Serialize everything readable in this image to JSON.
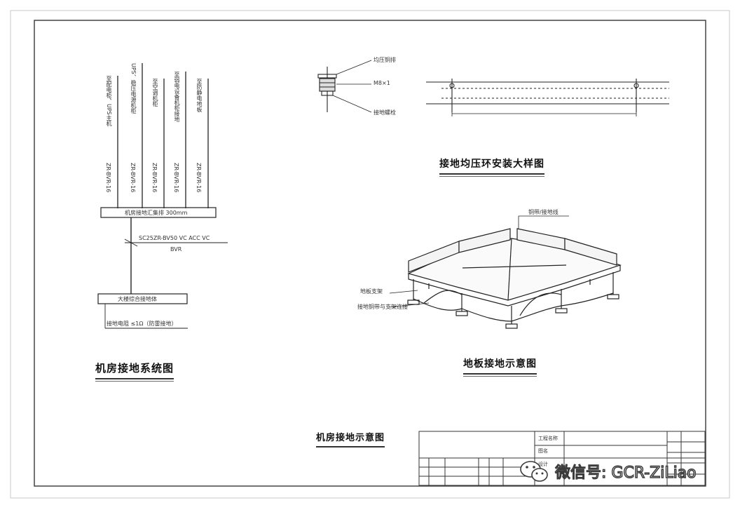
{
  "titles": {
    "grounding_system": "机房接地系统图",
    "ring_install": "接地均压环安装大样图",
    "floor_grounding": "地板接地示意图",
    "room_grounding": "机房接地示意图"
  },
  "system_diagram": {
    "top_labels": [
      "至配电柜、UPS主机",
      "UPS、稳压电源机柜",
      "至空调机柜",
      "至弱电设备机柜接地",
      "至防静电地板"
    ],
    "wire_labels": [
      "ZR-BVR-16",
      "ZR-BVR-16",
      "ZR-BVR-16",
      "ZR-BVR-16",
      "ZR-BVR-16"
    ],
    "bus_bar_label": "机房接地汇集排 300mm",
    "cable_label": "SC25ZR-BV50 VC ACC VC",
    "cable_sub": "BVR",
    "earth_box_label": "大楼综合接地体",
    "earth_note": "接地电阻 ≤1Ω（防雷接地）"
  },
  "ring_detail": {
    "bolt_labels": [
      "均压铜排",
      "M8×1",
      "接地螺栓"
    ]
  },
  "floor_diagram": {
    "callout_top": "铜带/接地线",
    "callout_left_1": "地板支架",
    "callout_left_2": "接地铜带与支架连接"
  },
  "title_block": {
    "rows_right": [
      "工程名称",
      "图名",
      "设计"
    ]
  },
  "watermark": {
    "text": "微信号: GCR-ZiLiao",
    "icon": "wechat-icon"
  }
}
